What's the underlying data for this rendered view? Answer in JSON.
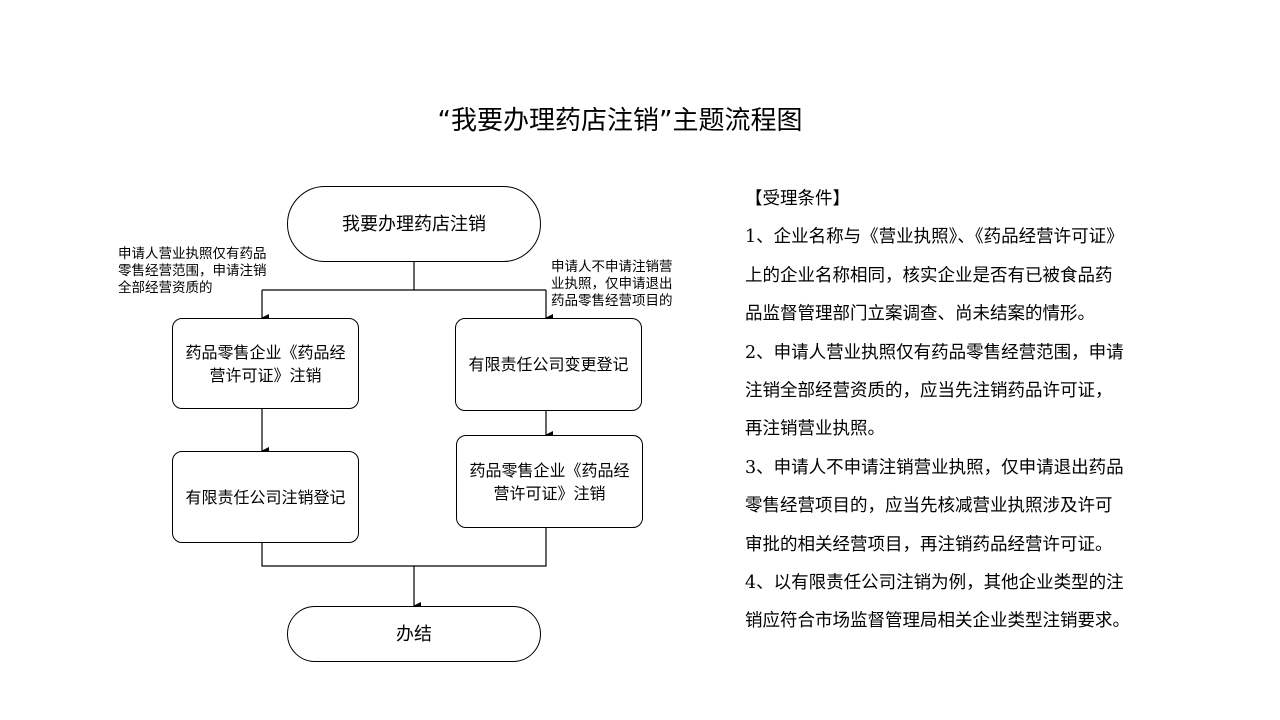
{
  "title": "“我要办理药店注销”主题流程图",
  "flow": {
    "start": "我要办理药店注销",
    "left_note": "申请人营业执照仅有药品\n零售经营范围，申请注销\n全部经营资质的",
    "right_note": "申请人不申请注销营\n业执照，仅申请退出\n药品零售经营项目的",
    "left_step1": "药品零售企业《药品经营许可证》注销",
    "left_step2": "有限责任公司注销登记",
    "right_step1": "有限责任公司变更登记",
    "right_step2": "药品零售企业《药品经营许可证》注销",
    "end": "办结"
  },
  "conditions": {
    "lines": [
      "【受理条件】",
      "1、企业名称与《营业执照》、《药品经营许可证》",
      "上的企业名称相同，核实企业是否有已被食品药",
      "品监督管理部门立案调查、尚未结案的情形。",
      "2、申请人营业执照仅有药品零售经营范围，申请",
      "注销全部经营资质的，应当先注销药品许可证，",
      "再注销营业执照。",
      "3、申请人不申请注销营业执照，仅申请退出药品",
      "零售经营项目的，应当先核减营业执照涉及许可",
      "审批的相关经营项目，再注销药品经营许可证。",
      "4、以有限责任公司注销为例，其他企业类型的注",
      "销应符合市场监督管理局相关企业类型注销要求。"
    ]
  }
}
